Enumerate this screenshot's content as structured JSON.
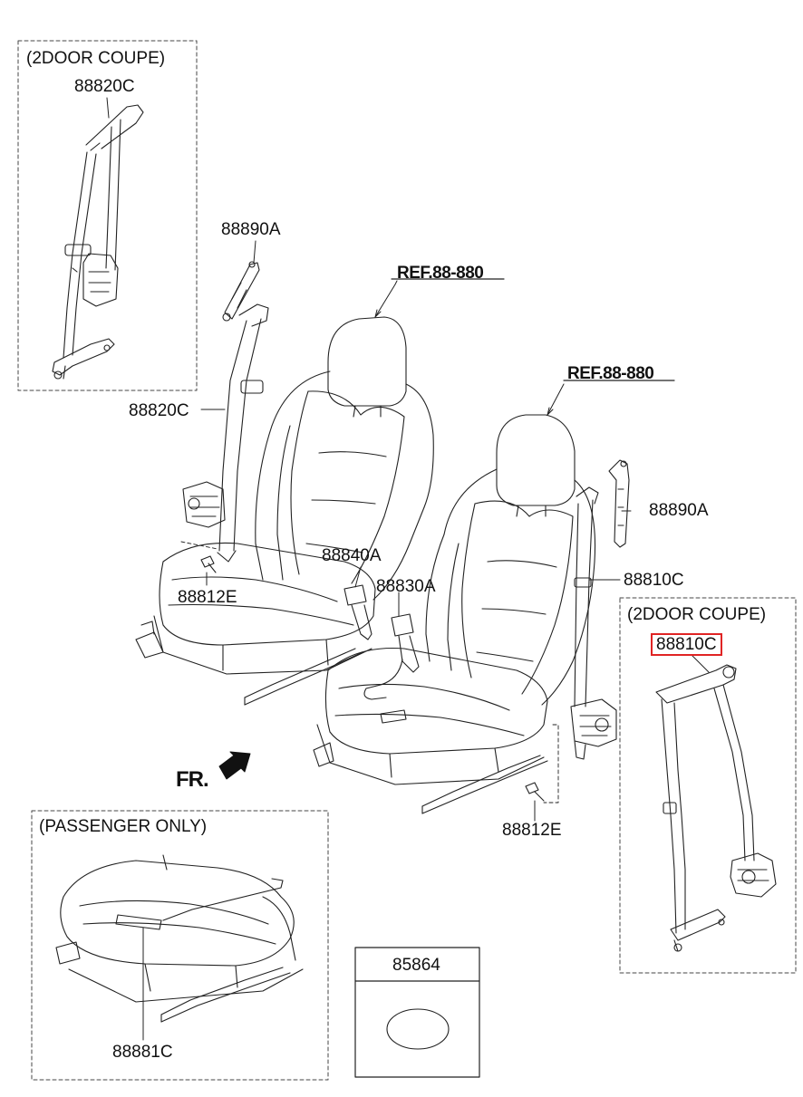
{
  "colors": {
    "line": "#222222",
    "dash": "#444444",
    "highlight": "#e02424"
  },
  "boxes": {
    "coupe_left_title": "(2DOOR COUPE)",
    "coupe_right_title": "(2DOOR COUPE)",
    "passenger_title": "(PASSENGER ONLY)"
  },
  "labels": {
    "l_88820C_top": "88820C",
    "l_88890A_left": "88890A",
    "l_ref_left": "REF.88-880",
    "l_ref_right": "REF.88-880",
    "l_88820C_mid": "88820C",
    "l_88890A_right": "88890A",
    "l_88840A": "88840A",
    "l_88830A": "88830A",
    "l_88810C": "88810C",
    "l_88810C_box": "88810C",
    "l_88812E_left": "88812E",
    "l_88812E_right": "88812E",
    "l_fr": "FR.",
    "l_88881C": "88881C",
    "l_85864": "85864"
  },
  "icons": {
    "arrow": "front-direction-arrow-icon",
    "pad": "pad-oval-icon"
  }
}
